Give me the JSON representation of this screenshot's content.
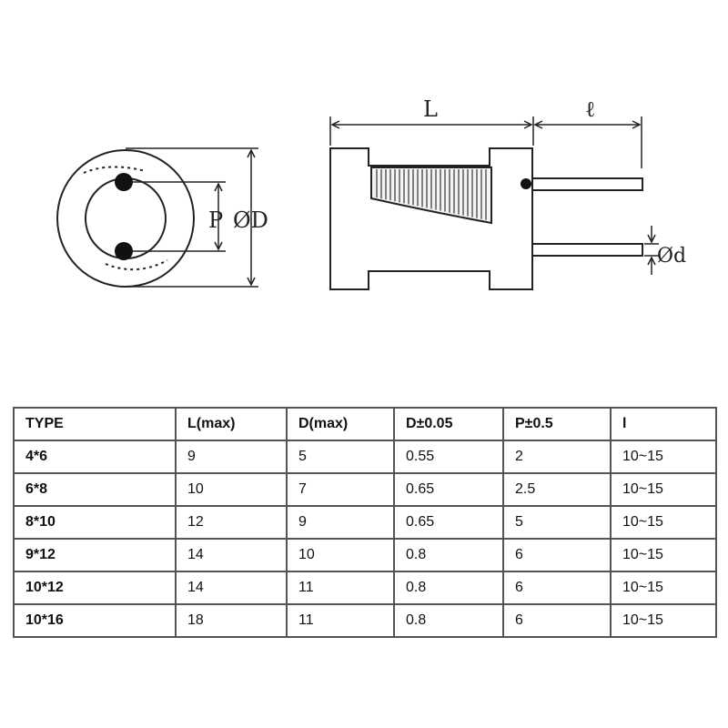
{
  "drawing": {
    "labels": {
      "p": "P",
      "phi_d_upper": "ØD",
      "l_length": "L",
      "lead_length": "ℓ",
      "phi_d_lower": "Ød"
    }
  },
  "table": {
    "headers": [
      "TYPE",
      "L(max)",
      "D(max)",
      "D±0.05",
      "P±0.5",
      "l"
    ],
    "rows": [
      [
        "4*6",
        "9",
        "5",
        "0.55",
        "2",
        "10~15"
      ],
      [
        "6*8",
        "10",
        "7",
        "0.65",
        "2.5",
        "10~15"
      ],
      [
        "8*10",
        "12",
        "9",
        "0.65",
        "5",
        "10~15"
      ],
      [
        "9*12",
        "14",
        "10",
        "0.8",
        "6",
        "10~15"
      ],
      [
        "10*12",
        "14",
        "11",
        "0.8",
        "6",
        "10~15"
      ],
      [
        "10*16",
        "18",
        "11",
        "0.8",
        "6",
        "10~15"
      ]
    ]
  }
}
